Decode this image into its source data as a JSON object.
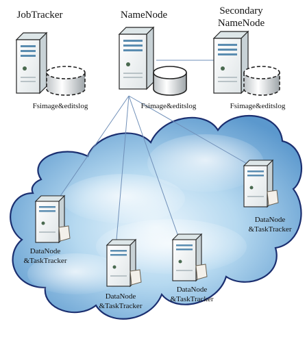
{
  "jobtracker": {
    "label": "JobTracker",
    "db_label": "Fsimage&editslog"
  },
  "namenode": {
    "label": "NameNode",
    "db_label": "Fsimage&editslog"
  },
  "secondary_namenode": {
    "label_line1": "Secondary",
    "label_line2": "NameNode",
    "db_label": "Fsimage&editslog"
  },
  "datanodes": [
    {
      "line1": "DataNode",
      "line2": "&TaskTracker"
    },
    {
      "line1": "DataNode",
      "line2": "&TaskTracker"
    },
    {
      "line1": "DataNode",
      "line2": "&TaskTracker"
    },
    {
      "line1": "DataNode",
      "line2": "&TaskTracker"
    }
  ],
  "colors": {
    "cloud_edge": "#1b2f70",
    "cloud_light": "#e9f4fb",
    "cloud_mid": "#a9d2ec",
    "cloud_dark": "#4f91c9",
    "link_line": "#6f8fb8",
    "server_face": "#f1f3f4",
    "server_side": "#c8d2d6",
    "server_top": "#dde6e8",
    "server_accent": "#5a8cb0"
  }
}
